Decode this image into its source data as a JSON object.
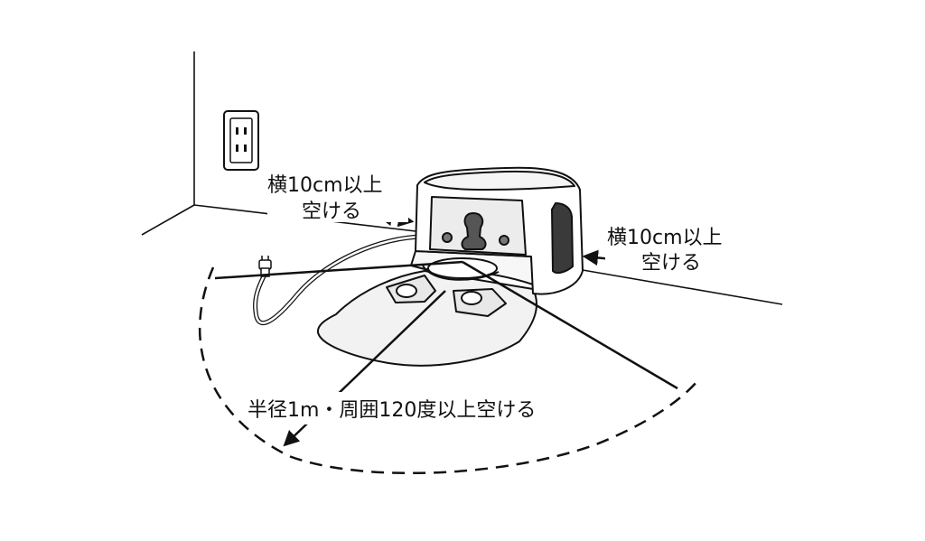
{
  "labels": {
    "left_clearance_line1": "横10cm以上",
    "left_clearance_line2": "空ける",
    "right_clearance_line1": "横10cm以上",
    "right_clearance_line2": "空ける",
    "front_clearance": "半径1m・周囲120度以上空ける"
  },
  "colors": {
    "line": "#111111",
    "base_fill": "#f2f2f2",
    "shadow_fill": "#d0d0d0",
    "dark_panel": "#3a3a3a"
  },
  "icons": {
    "outlet": "wall-outlet-icon",
    "clearance_arrow": "double-arrow-icon",
    "radius_arrow": "arrow-icon"
  }
}
